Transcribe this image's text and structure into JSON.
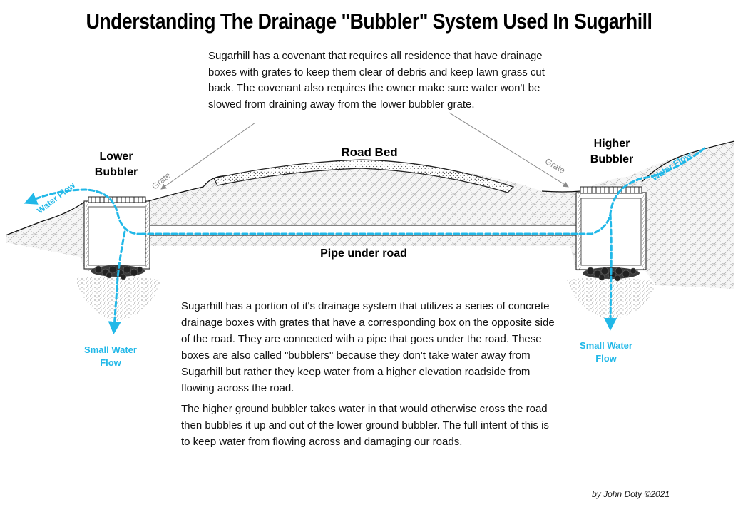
{
  "title": "Understanding The Drainage \"Bubbler\" System Used In Sugarhill",
  "top_note": "Sugarhill has a covenant that requires all residence that have drainage boxes with grates to keep them clear of debris and keep lawn grass cut back. The covenant also requires the owner make sure water won't be slowed from draining away from the lower bubbler grate.",
  "labels": {
    "lower_bubbler": "Lower Bubbler",
    "higher_bubbler": "Higher Bubbler",
    "road_bed": "Road Bed",
    "pipe": "Pipe under road",
    "grate_left": "Grate",
    "grate_right": "Grate",
    "water_flow_left": "Water Flow",
    "water_flow_right": "Water Flow",
    "small_flow_left": "Small Water Flow",
    "small_flow_right": "Small Water Flow"
  },
  "description": [
    "Sugarhill has a portion of it's drainage system that utilizes a series of concrete drainage boxes with grates that have a corresponding box on the opposite side of the road. They are connected with a pipe that goes under the road. These boxes are also called \"bubblers\" because they don't take water away from Sugarhill but rather they keep water from a higher elevation roadside from flowing across the road.",
    "The higher ground bubbler takes water in that would otherwise cross the road then bubbles it up and out of the lower ground bubbler. The full intent of this is to keep water from flowing across and damaging our roads."
  ],
  "credit": "by John Doty ©2021",
  "colors": {
    "water": "#21b8e8",
    "arrow": "#8a8a8a",
    "ink": "#111111"
  }
}
